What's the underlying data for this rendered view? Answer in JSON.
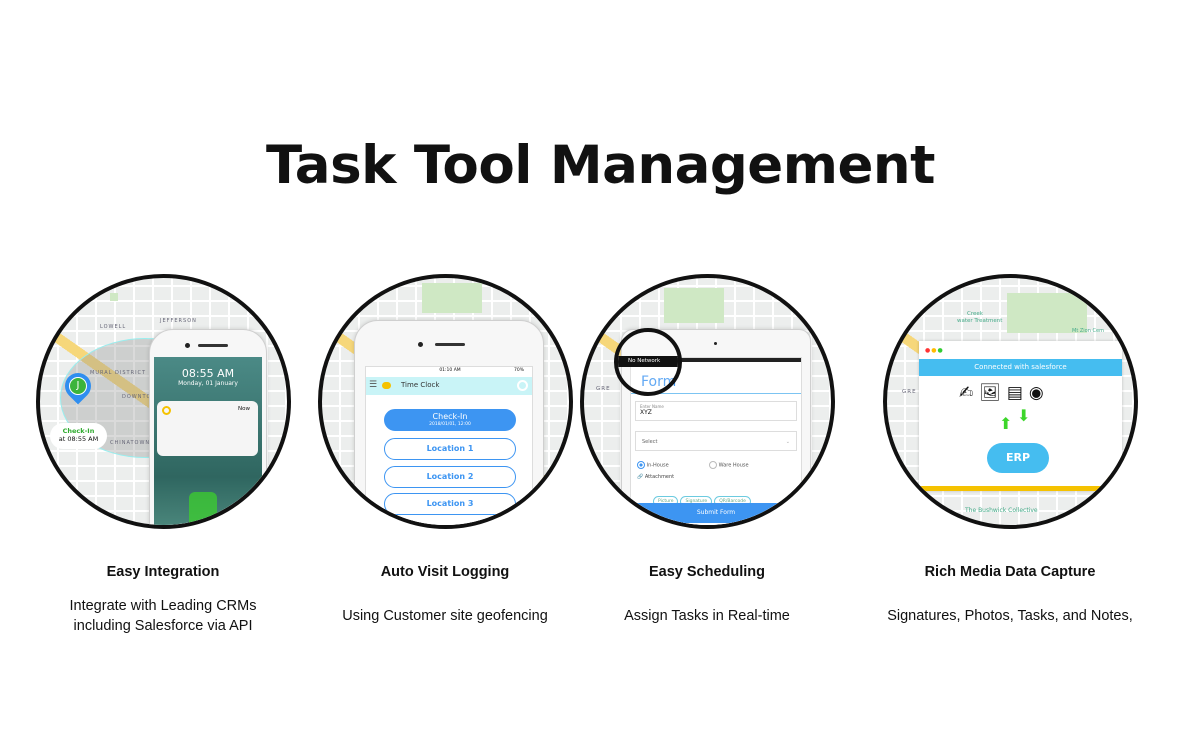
{
  "title": "Task Tool Management",
  "features": [
    {
      "heading": "Easy Integration",
      "body_lines": [
        "Integrate with Leading CRMs",
        "including Salesforce via API"
      ],
      "screen": {
        "map_labels": [
          "JEFFERSON",
          "LOWELL",
          "MURAL DISTRICT",
          "DOWNTO",
          "CHINATOWN"
        ],
        "time": "08:55 AM",
        "date": "Monday, 01 January",
        "notification_time": "Now",
        "pin_letter": "J",
        "checkin_label": "Check-In",
        "checkin_time": "at 08:55 AM"
      }
    },
    {
      "heading": "Auto Visit Logging",
      "body_lines": [
        "Using Customer site geofencing"
      ],
      "screen": {
        "status_time": "01:10 AM",
        "battery": "70%",
        "app_title": "Time Clock",
        "checkin_label": "Check-In",
        "checkin_time": "2018/01/01, 12:00",
        "locations": [
          "Location 1",
          "Location 2",
          "Location 3"
        ]
      }
    },
    {
      "heading": "Easy Scheduling",
      "body_lines": [
        "Assign Tasks in Real-time"
      ],
      "screen": {
        "network_status": "No Network",
        "form_title": "Form",
        "name_label": "Enter Name",
        "name_value": "XYZ",
        "select_placeholder": "Select",
        "radio_options": [
          "In-House",
          "Ware House"
        ],
        "selected_radio": "In-House",
        "attachment_label": "Attachment",
        "attachment_buttons": [
          "Picture",
          "Signature",
          "QR/Barcode"
        ],
        "submit_label": "Submit Form",
        "map_labels": [
          "GRE"
        ]
      }
    },
    {
      "heading": "Rich Media Data Capture",
      "body_lines": [
        "Signatures, Photos, Tasks, and Notes,"
      ],
      "screen": {
        "banner": "Connected with salesforce",
        "erp_label": "ERP",
        "map_labels": [
          "Creek",
          "water Treatment",
          "Mt Zion Cem",
          "GRE",
          "The Bushwick Collective"
        ]
      }
    }
  ],
  "colors": {
    "accent_blue": "#3d95f2",
    "teal_header": "#c9f4f7",
    "salesforce_blue": "#45bdf0",
    "green": "#3cd62a",
    "yellow": "#f5c200",
    "pin_blue": "#2f8ef0"
  }
}
